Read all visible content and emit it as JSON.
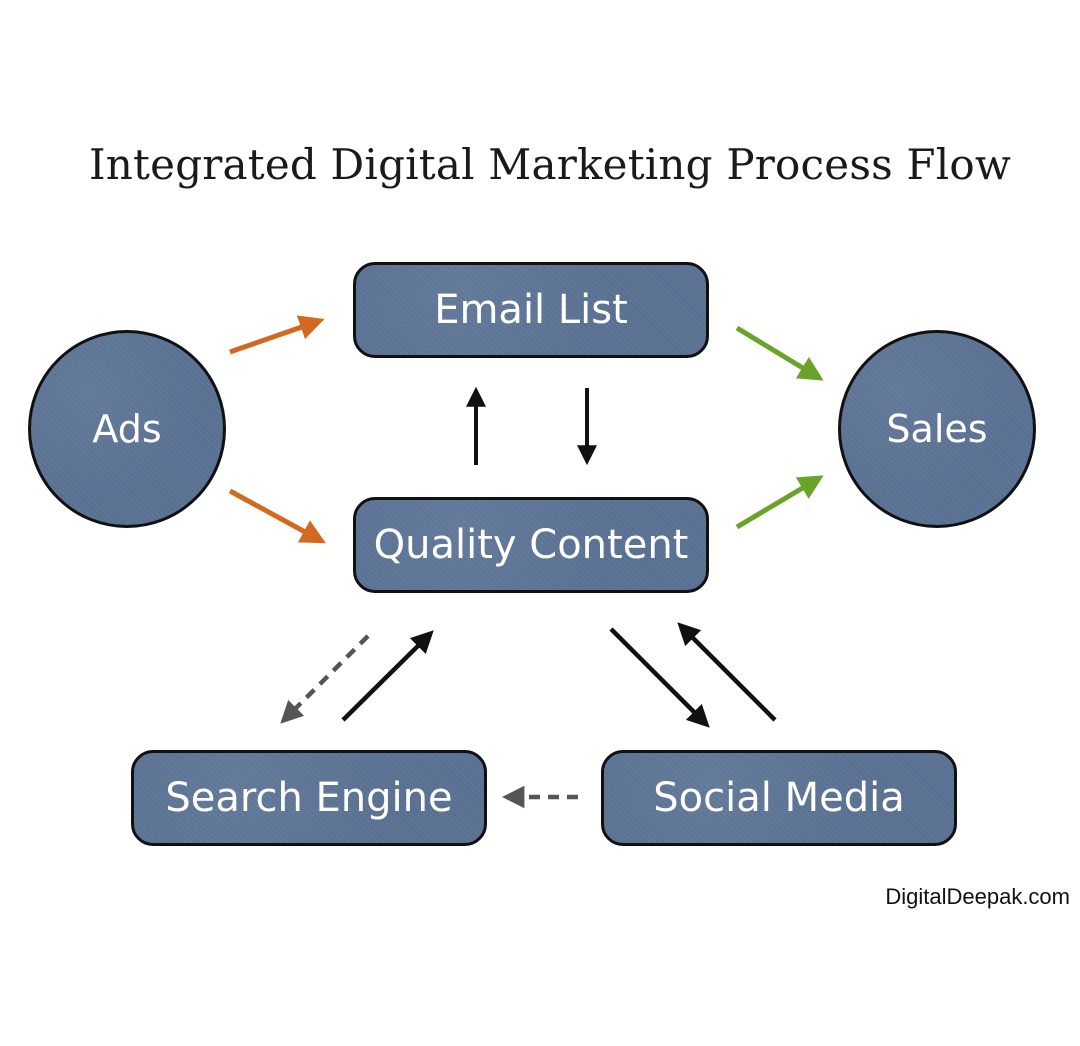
{
  "title": "Integrated Digital Marketing Process Flow",
  "nodes": {
    "ads": "Ads",
    "sales": "Sales",
    "email_list": "Email List",
    "quality_content": "Quality Content",
    "search_engine": "Search Engine",
    "social_media": "Social Media"
  },
  "credit": "DigitalDeepak.com",
  "colors": {
    "node_fill": "#5a7294",
    "node_border": "#111111",
    "ads_arrow": "#d2691e",
    "sales_arrow": "#6aa329",
    "flow_arrow": "#111111",
    "dashed_arrow": "#555555"
  }
}
